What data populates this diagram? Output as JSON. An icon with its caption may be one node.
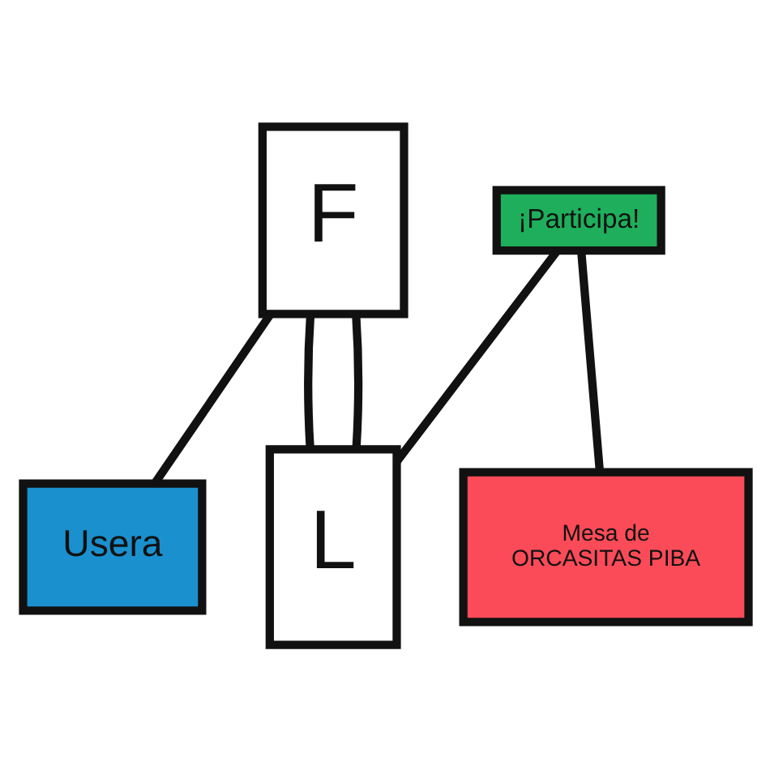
{
  "diagram": {
    "nodes": [
      {
        "text": [
          "¡Participa!"
        ]
      },
      {
        "text": [
          "F"
        ]
      },
      {
        "text": [
          "L"
        ]
      },
      {
        "text": [
          "Mesa de",
          "ORCASITAS PIBA"
        ]
      },
      {
        "text": [
          "Usera"
        ]
      }
    ],
    "edges": [
      {
        "from": 4,
        "to": 1,
        "arrow": "none"
      },
      {
        "from": 1,
        "to": 2,
        "arrow": "none"
      },
      {
        "from": 1,
        "to": 2,
        "arrow": "none"
      },
      {
        "from": 2,
        "to": 0,
        "arrow": "none"
      },
      {
        "from": 0,
        "to": 3,
        "arrow": "none"
      }
    ]
  }
}
